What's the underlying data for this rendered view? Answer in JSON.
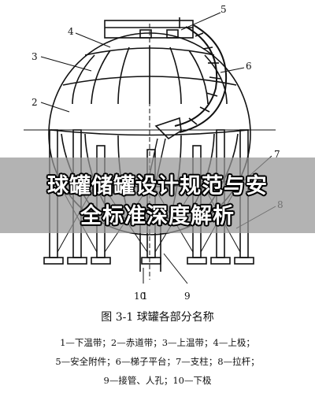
{
  "banner": {
    "line1": "球罐储罐设计规范与安",
    "line2": "全标准深度解析"
  },
  "figure": {
    "caption": "图 3-1   球罐各部分名称",
    "callouts": [
      "1",
      "2",
      "3",
      "4",
      "5",
      "6",
      "7",
      "8",
      "9",
      "10"
    ]
  },
  "legend": {
    "line1": "1—下温带；2—赤道带；3—上温带；4—上极；",
    "line2": "5—安全附件；6—梯子平台；7—支柱；8—拉杆；",
    "line3": "9—接管、人孔；10—下极"
  }
}
